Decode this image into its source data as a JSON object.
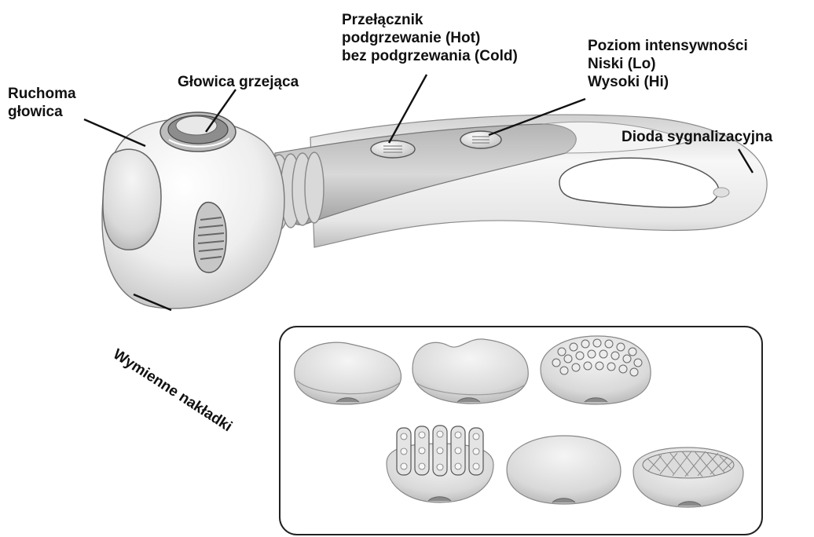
{
  "labels": {
    "movable_head": [
      "Ruchoma",
      "głowica"
    ],
    "heating_head": "Głowica grzejąca",
    "switch": [
      "Przełącznik",
      "podgrzewanie (Hot)",
      "bez podgrzewania (Cold)"
    ],
    "intensity": [
      "Poziom intensywności",
      "Niski (Lo)",
      "Wysoki (Hi)"
    ],
    "led": "Dioda sygnalizacyjna",
    "attachments": "Wymienne nakładki"
  },
  "colors": {
    "outline": "#222222",
    "body_light": "#f2f2f2",
    "body_mid": "#d4d4d4",
    "body_dark": "#a8a8a8"
  },
  "icons": [
    "massager-device",
    "attachment-smooth",
    "attachment-bumped",
    "attachment-spiked",
    "attachment-roller",
    "attachment-dome",
    "attachment-grid"
  ]
}
